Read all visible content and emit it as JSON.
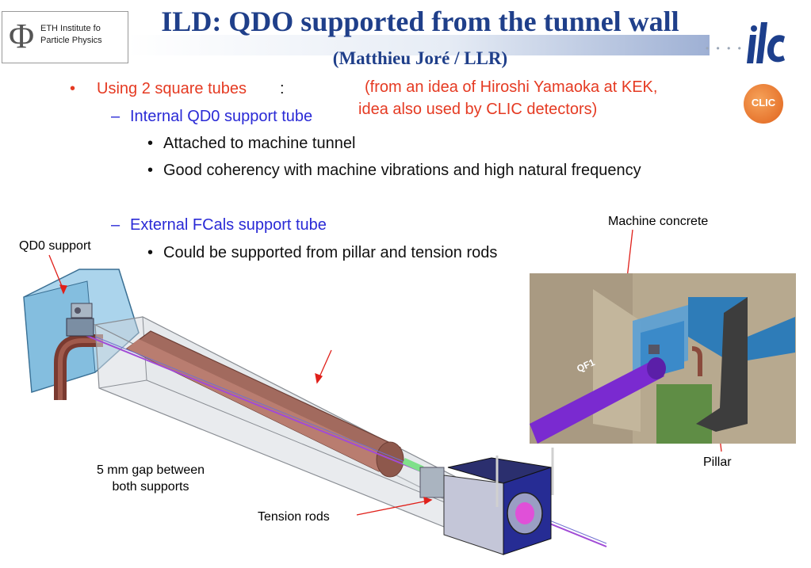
{
  "header": {
    "title": "ILD: QDO supported from the tunnel wall",
    "subtitle": "(Matthieu Joré / LLR)",
    "eth_logo": {
      "line1": "ETH Institute fo",
      "line2": "Particle Physics"
    },
    "ilc_logo": "ilc",
    "clic_logo": "CLIC"
  },
  "bullets": {
    "main": "Using 2 square tubes",
    "main_colon": ":",
    "note_line1": "(from an idea of Hiroshi Yamaoka at KEK,",
    "note_line2": "idea also used by CLIC detectors)",
    "sub1": "Internal QD0 support tube",
    "sub1_items": [
      "Attached to machine tunnel",
      "Good coherency with machine vibrations and high natural frequency"
    ],
    "sub2": "External FCals support tube",
    "sub2_items": [
      "Could be supported from pillar and tension rods"
    ]
  },
  "labels": {
    "qd0_support": "QD0 support",
    "machine_concrete": "Machine concrete",
    "gap_line1": "5 mm gap between",
    "gap_line2": "both supports",
    "tension_rods": "Tension rods",
    "pillar": "Pillar",
    "qf1": "QF1"
  },
  "colors": {
    "title": "#1f3f8a",
    "bullet_red": "#e53a22",
    "sub_blue": "#2a2ad6",
    "annotation_arrow": "#e0201a"
  }
}
